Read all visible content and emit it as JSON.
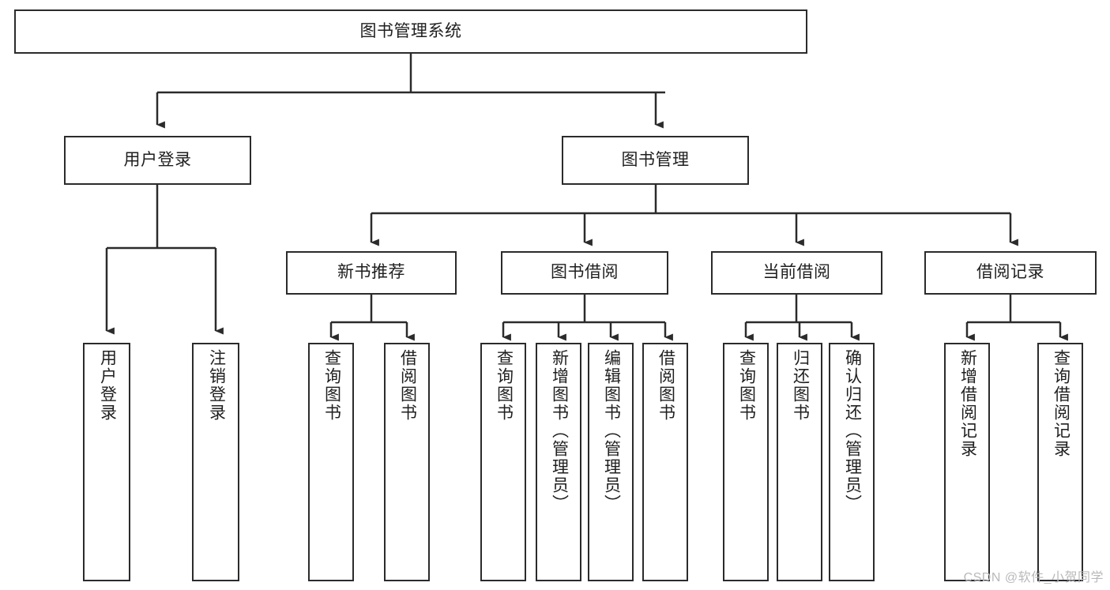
{
  "diagram": {
    "title": "图书管理系统",
    "type": "tree",
    "watermark": "CSDN @软件_小贺同学",
    "colors": {
      "box_border": "#2b2b2b",
      "box_fill": "#ffffff",
      "edge": "#2b2b2b",
      "text": "#1f1f1f",
      "watermark": "#b9b9b9",
      "background": "#ffffff"
    },
    "nodes": {
      "root": {
        "label": "图书管理系统"
      },
      "level2": [
        {
          "label": "用户登录"
        },
        {
          "label": "图书管理"
        }
      ],
      "level3": [
        {
          "label": "新书推荐"
        },
        {
          "label": "图书借阅"
        },
        {
          "label": "当前借阅"
        },
        {
          "label": "借阅记录"
        }
      ],
      "leaves": {
        "user_login": [
          {
            "label": "用户登录"
          },
          {
            "label": "注销登录"
          }
        ],
        "new_book": [
          {
            "label": "查询图书"
          },
          {
            "label": "借阅图书"
          }
        ],
        "book_borrow": [
          {
            "label": "查询图书"
          },
          {
            "label": "新增图书（管理员）"
          },
          {
            "label": "编辑图书（管理员）"
          },
          {
            "label": "借阅图书"
          }
        ],
        "current_borrow": [
          {
            "label": "查询图书"
          },
          {
            "label": "归还图书"
          },
          {
            "label": "确认归还（管理员）"
          }
        ],
        "borrow_record": [
          {
            "label": "新增借阅记录"
          },
          {
            "label": "查询借阅记录"
          }
        ]
      }
    }
  }
}
